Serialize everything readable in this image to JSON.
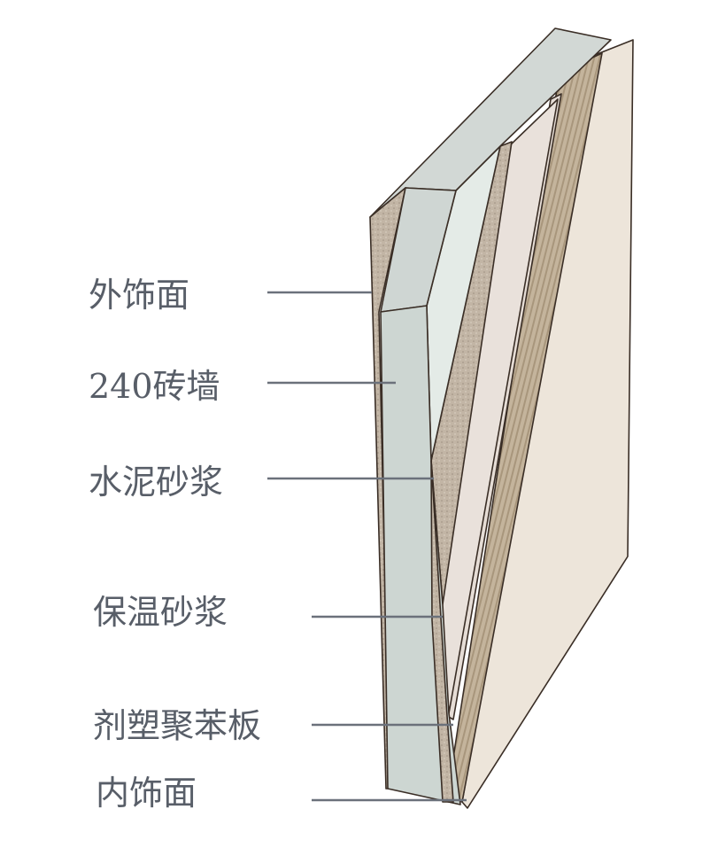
{
  "title": "外墙保温构造示意",
  "labels": [
    {
      "id": "exterior-finish",
      "text": "外饰面"
    },
    {
      "id": "brick-wall",
      "text": "240砖墙"
    },
    {
      "id": "cement-mortar",
      "text": "水泥砂浆"
    },
    {
      "id": "insulation-mortar",
      "text": "保温砂浆"
    },
    {
      "id": "eps-board",
      "text": "剂塑聚苯板"
    },
    {
      "id": "interior-finish",
      "text": "内饰面"
    }
  ],
  "colors": {
    "leader_line": "#6b717b",
    "brick": "#cfd6d3",
    "brick_cut": "#e4ebe7",
    "mortar": "#bfb2a2",
    "insulation": "#e6ddd6",
    "eps": "#b9a88f",
    "interior": "#ede5da",
    "outline": "#3a2e26"
  }
}
